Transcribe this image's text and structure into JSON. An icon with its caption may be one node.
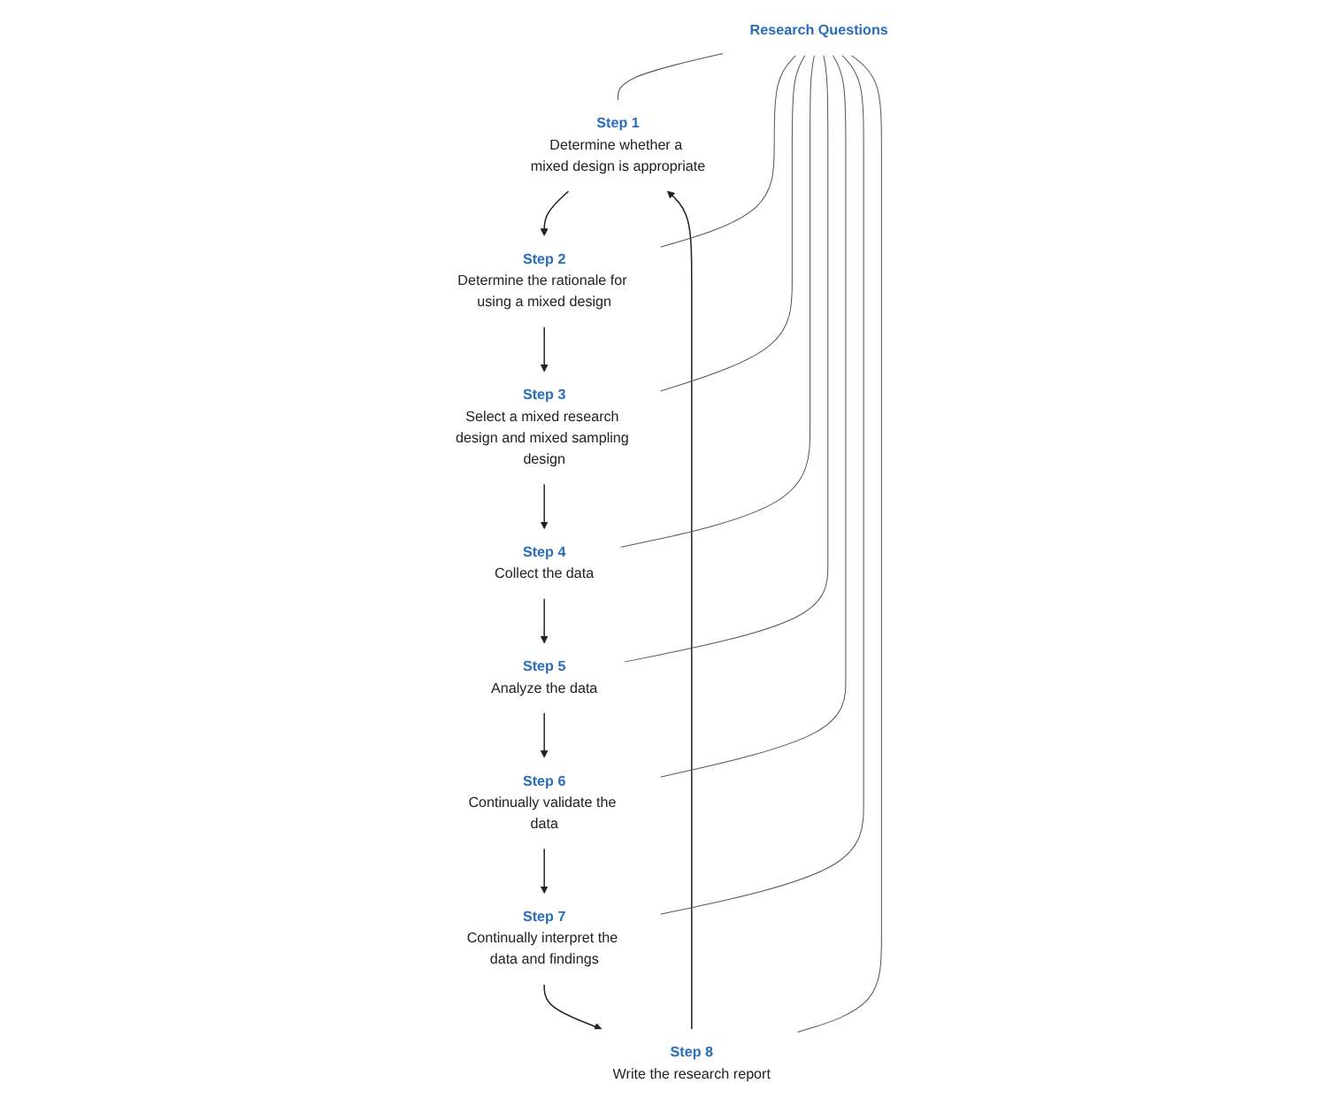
{
  "diagram": {
    "nodes": [
      {
        "text": [
          "Step 1",
          "Determine whether a mixed design is appropriate"
        ]
      },
      {
        "text": [
          "Step 2",
          "Determine the rationale for using a mixed design"
        ]
      },
      {
        "text": [
          "Step 3",
          "Select a mixed research design and mixed sampling design"
        ]
      },
      {
        "text": [
          "Step 4",
          "Collect the data"
        ]
      },
      {
        "text": [
          "Step 5",
          "Analyze the data"
        ]
      },
      {
        "text": [
          "Step 6",
          "Continually validate the data"
        ]
      },
      {
        "text": [
          "Step 7",
          "Continually interpret the data and findings"
        ]
      },
      {
        "text": [
          "Step 8",
          "Write the research report"
        ]
      },
      {
        "text": [
          "Research Questions"
        ]
      }
    ],
    "edges": [
      {
        "from": 0,
        "to": 1,
        "arrow": "to"
      },
      {
        "from": 1,
        "to": 2,
        "arrow": "to"
      },
      {
        "from": 2,
        "to": 3,
        "arrow": "to"
      },
      {
        "from": 3,
        "to": 4,
        "arrow": "to"
      },
      {
        "from": 4,
        "to": 5,
        "arrow": "to"
      },
      {
        "from": 5,
        "to": 6,
        "arrow": "to"
      },
      {
        "from": 6,
        "to": 7,
        "arrow": "to"
      },
      {
        "from": 7,
        "to": 0,
        "arrow": "to"
      },
      {
        "from": 8,
        "to": 0,
        "arrow": "none"
      },
      {
        "from": 8,
        "to": 1,
        "arrow": "none"
      },
      {
        "from": 8,
        "to": 2,
        "arrow": "none"
      },
      {
        "from": 8,
        "to": 3,
        "arrow": "none"
      },
      {
        "from": 8,
        "to": 4,
        "arrow": "none"
      },
      {
        "from": 8,
        "to": 5,
        "arrow": "none"
      },
      {
        "from": 8,
        "to": 6,
        "arrow": "none"
      },
      {
        "from": 8,
        "to": 7,
        "arrow": "none"
      }
    ]
  }
}
